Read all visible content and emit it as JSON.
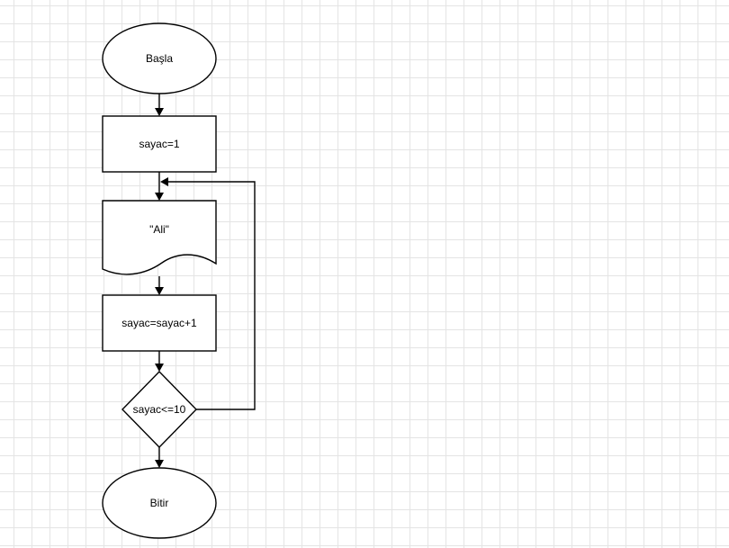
{
  "flowchart": {
    "start": {
      "label": "Başla"
    },
    "init": {
      "label": "sayac=1"
    },
    "output": {
      "label": "\"Ali\""
    },
    "increment": {
      "label": "sayac=sayac+1"
    },
    "condition": {
      "label": "sayac<=10"
    },
    "end": {
      "label": "Bitir"
    }
  },
  "colors": {
    "grid": "#e4e4e4",
    "stroke": "#000000",
    "fill": "#ffffff"
  }
}
